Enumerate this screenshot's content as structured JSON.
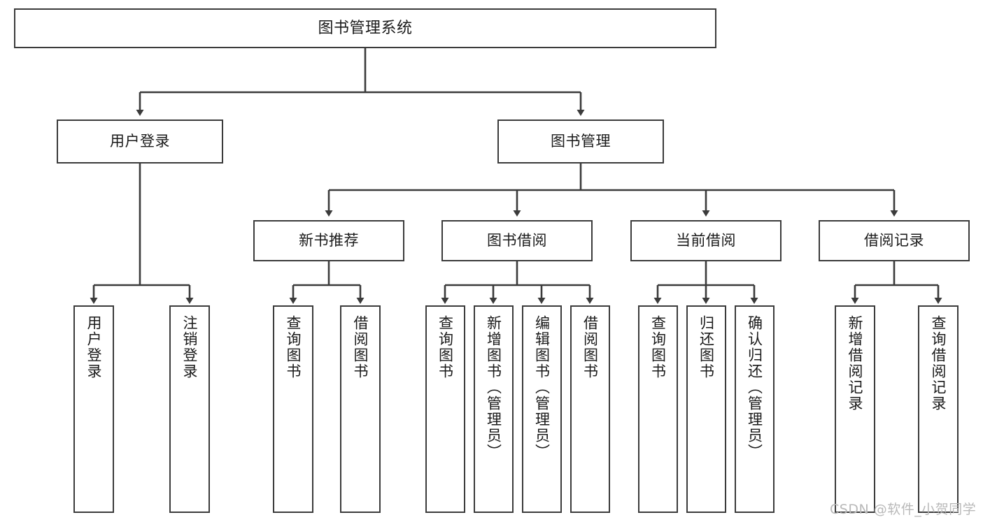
{
  "diagram": {
    "title": "图书管理系统",
    "type": "tree-hierarchy",
    "root": {
      "label": "图书管理系统"
    },
    "level2": [
      {
        "label": "用户登录"
      },
      {
        "label": "图书管理"
      }
    ],
    "level3": [
      {
        "label": "新书推荐"
      },
      {
        "label": "图书借阅"
      },
      {
        "label": "当前借阅"
      },
      {
        "label": "借阅记录"
      }
    ],
    "leaves": {
      "user_login": [
        {
          "label": "用户登录"
        },
        {
          "label": "注销登录"
        }
      ],
      "new_book_recommend": [
        {
          "label": "查询图书"
        },
        {
          "label": "借阅图书"
        }
      ],
      "book_borrow": [
        {
          "label": "查询图书"
        },
        {
          "label": "新增图书（管理员）"
        },
        {
          "label": "编辑图书（管理员）"
        },
        {
          "label": "借阅图书"
        }
      ],
      "current_borrow": [
        {
          "label": "查询图书"
        },
        {
          "label": "归还图书"
        },
        {
          "label": "确认归还（管理员）"
        }
      ],
      "borrow_records": [
        {
          "label": "新增借阅记录"
        },
        {
          "label": "查询借阅记录"
        }
      ]
    }
  },
  "watermark": {
    "text": "CSDN @软件_小贺同学"
  },
  "colors": {
    "stroke": "#3b3b3b",
    "background": "#ffffff",
    "text": "#1a1a1a",
    "watermark": "#b9b9b9"
  }
}
